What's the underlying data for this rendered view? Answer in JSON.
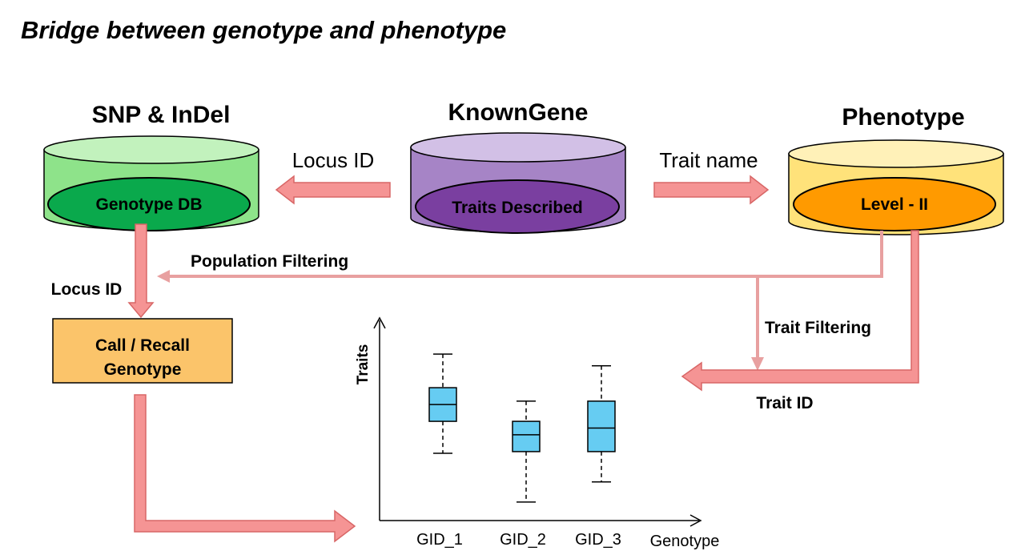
{
  "title": "Bridge between genotype and phenotype",
  "databases": {
    "snp": {
      "title": "SNP & InDel",
      "inner": "Genotype DB",
      "colors": {
        "body": "#8ee38a",
        "inner": "#0aa94c"
      }
    },
    "known": {
      "title": "KnownGene",
      "inner": "Traits Described",
      "colors": {
        "body": "#a684c6",
        "inner": "#7a3fa0"
      }
    },
    "pheno": {
      "title": "Phenotype",
      "inner": "Level - II",
      "colors": {
        "body": "#ffe27a",
        "inner": "#ff9a00"
      }
    }
  },
  "arrows": {
    "locus_id_top": "Locus ID",
    "trait_name": "Trait name",
    "population_filtering": "Population Filtering",
    "locus_id_left": "Locus ID",
    "trait_filtering": "Trait Filtering",
    "trait_id": "Trait ID"
  },
  "call_box": {
    "line1": "Call / Recall",
    "line2": "Genotype",
    "color": "#fbc46a"
  },
  "colors": {
    "arrow": "#f59494",
    "box": "#66ccf2"
  },
  "chart_data": {
    "type": "boxplot",
    "ylabel": "Traits",
    "xlabel": "Genotype",
    "categories": [
      "GID_1",
      "GID_2",
      "GID_3"
    ],
    "series": [
      {
        "category": "GID_1",
        "min": 4,
        "q1": 5.9,
        "median": 6.9,
        "q3": 7.9,
        "max": 9.9
      },
      {
        "category": "GID_2",
        "min": 1.1,
        "q1": 4.1,
        "median": 5.1,
        "q3": 5.9,
        "max": 7.1
      },
      {
        "category": "GID_3",
        "min": 2.3,
        "q1": 4.1,
        "median": 5.5,
        "q3": 7.1,
        "max": 9.2
      }
    ],
    "ylim": [
      0,
      12
    ]
  }
}
